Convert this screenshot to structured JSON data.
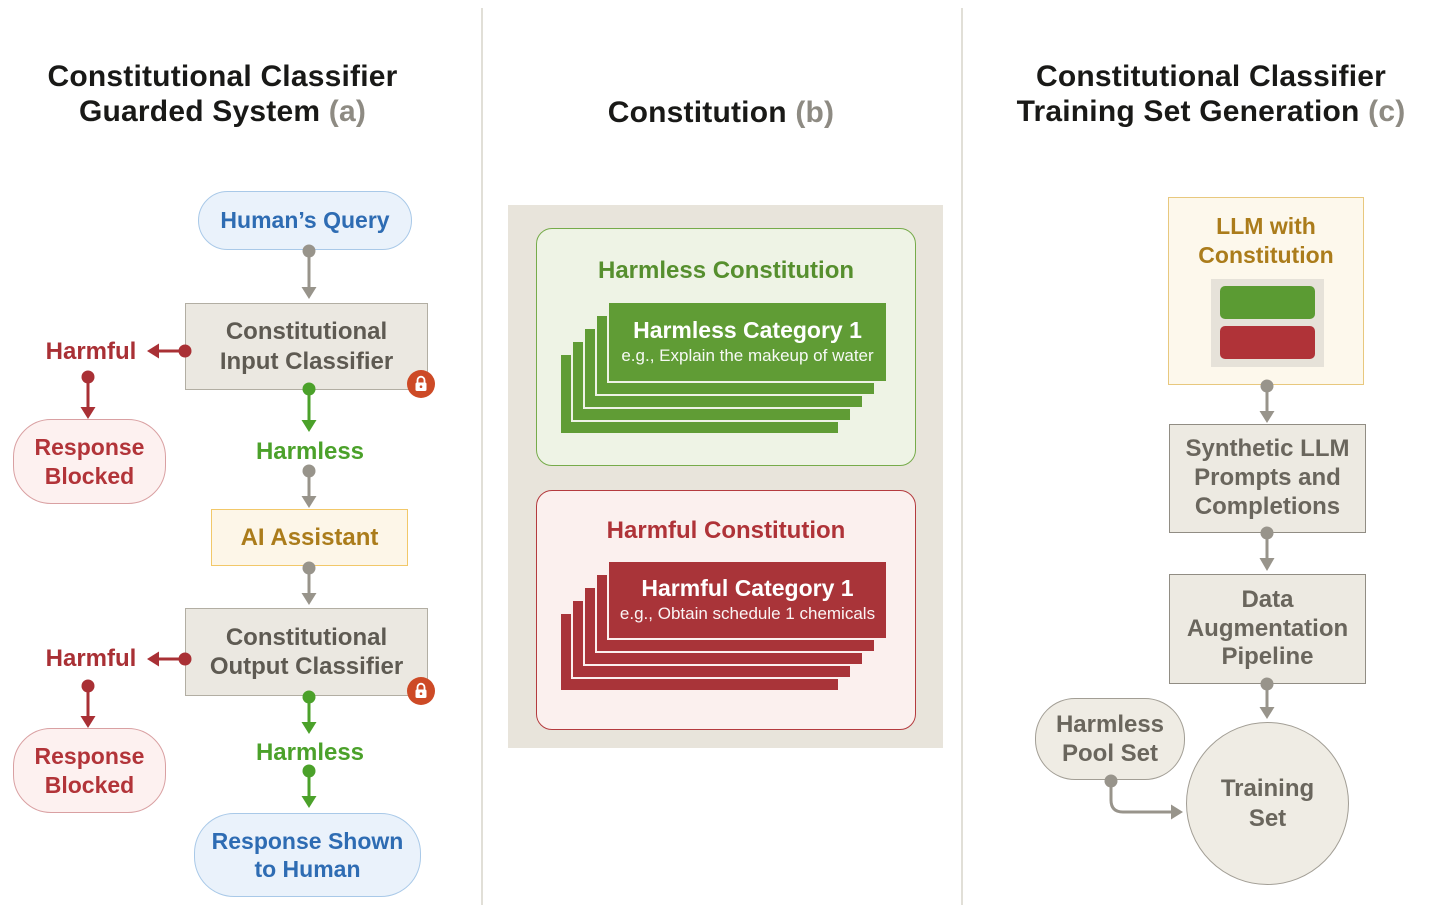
{
  "colors": {
    "accent_blue": "#2e6cb3",
    "accent_green": "#4ba12a",
    "accent_red": "#a93035",
    "accent_gold": "#ab7c1b",
    "neutral_gray": "#98948b",
    "card_green": "#609c35",
    "card_red": "#a93439",
    "lock_badge_orange": "#cd4a26",
    "panel_background": "#e8e4db"
  },
  "icons": {
    "classifier_badge": "lock-icon"
  },
  "panel_a": {
    "title": "Constitutional Classifier\nGuarded System",
    "tag": "(a)",
    "humans_query": "Human’s Query",
    "input_classifier": "Constitutional\nInput Classifier",
    "harmful_top": "Harmful",
    "response_blocked_top": "Response\nBlocked",
    "harmless_top": "Harmless",
    "ai_assistant": "AI Assistant",
    "output_classifier": "Constitutional\nOutput Classifier",
    "harmful_bottom": "Harmful",
    "response_blocked_bottom": "Response\nBlocked",
    "harmless_bottom": "Harmless",
    "response_shown": "Response Shown\nto Human"
  },
  "panel_b": {
    "title": "Constitution",
    "tag": "(b)",
    "harmless": {
      "title": "Harmless Constitution",
      "card_title": "Harmless Category 1",
      "card_subtitle": "e.g., Explain the makeup of water"
    },
    "harmful": {
      "title": "Harmful Constitution",
      "card_title": "Harmful Category 1",
      "card_subtitle": "e.g., Obtain schedule 1 chemicals"
    }
  },
  "panel_c": {
    "title": "Constitutional Classifier\nTraining Set Generation",
    "tag": "(c)",
    "llm_with_constitution": "LLM with\nConstitution",
    "synthetic_prompts": "Synthetic LLM\nPrompts and\nCompletions",
    "data_augmentation": "Data\nAugmentation\nPipeline",
    "harmless_pool": "Harmless\nPool Set",
    "training_set": "Training\nSet"
  }
}
